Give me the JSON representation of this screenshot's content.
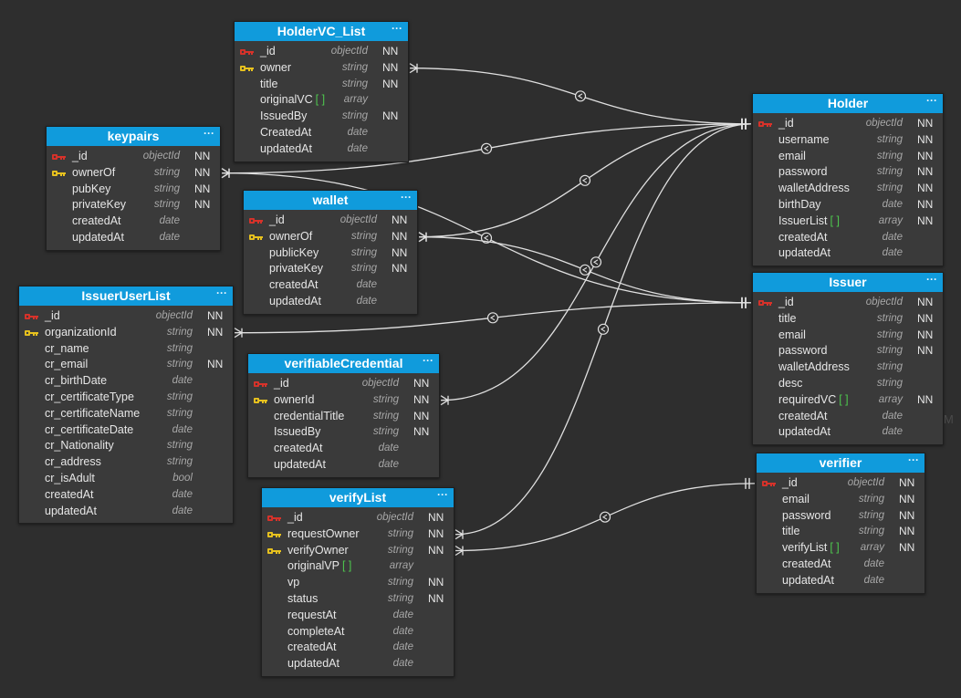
{
  "tables": [
    {
      "id": "holdervc",
      "name": "HolderVC_List",
      "menu_icon": "···",
      "columns": [
        {
          "name": "_id",
          "type": "objectId",
          "nn": "NN",
          "key": "pk"
        },
        {
          "name": "owner",
          "type": "string",
          "nn": "NN",
          "key": "fk"
        },
        {
          "name": "title",
          "type": "string",
          "nn": "NN",
          "key": ""
        },
        {
          "name": "originalVC",
          "arr": "[ ]",
          "type": "array",
          "nn": "",
          "key": ""
        },
        {
          "name": "IssuedBy",
          "type": "string",
          "nn": "NN",
          "key": ""
        },
        {
          "name": "CreatedAt",
          "type": "date",
          "nn": "",
          "key": ""
        },
        {
          "name": "updatedAt",
          "type": "date",
          "nn": "",
          "key": ""
        }
      ]
    },
    {
      "id": "keypairs",
      "name": "keypairs",
      "menu_icon": "···",
      "columns": [
        {
          "name": "_id",
          "type": "objectId",
          "nn": "NN",
          "key": "pk"
        },
        {
          "name": "ownerOf",
          "type": "string",
          "nn": "NN",
          "key": "fk"
        },
        {
          "name": "pubKey",
          "type": "string",
          "nn": "NN",
          "key": ""
        },
        {
          "name": "privateKey",
          "type": "string",
          "nn": "NN",
          "key": ""
        },
        {
          "name": "createdAt",
          "type": "date",
          "nn": "",
          "key": ""
        },
        {
          "name": "updatedAt",
          "type": "date",
          "nn": "",
          "key": ""
        }
      ]
    },
    {
      "id": "wallet",
      "name": "wallet",
      "menu_icon": "···",
      "columns": [
        {
          "name": "_id",
          "type": "objectId",
          "nn": "NN",
          "key": "pk"
        },
        {
          "name": "ownerOf",
          "type": "string",
          "nn": "NN",
          "key": "fk"
        },
        {
          "name": "publicKey",
          "type": "string",
          "nn": "NN",
          "key": ""
        },
        {
          "name": "privateKey",
          "type": "string",
          "nn": "NN",
          "key": ""
        },
        {
          "name": "createdAt",
          "type": "date",
          "nn": "",
          "key": ""
        },
        {
          "name": "updatedAt",
          "type": "date",
          "nn": "",
          "key": ""
        }
      ]
    },
    {
      "id": "issueruserlist",
      "name": "IssuerUserList",
      "menu_icon": "···",
      "columns": [
        {
          "name": "_id",
          "type": "objectId",
          "nn": "NN",
          "key": "pk"
        },
        {
          "name": "organizationId",
          "type": "string",
          "nn": "NN",
          "key": "fk"
        },
        {
          "name": "cr_name",
          "type": "string",
          "nn": "",
          "key": ""
        },
        {
          "name": "cr_email",
          "type": "string",
          "nn": "NN",
          "key": ""
        },
        {
          "name": "cr_birthDate",
          "type": "date",
          "nn": "",
          "key": ""
        },
        {
          "name": "cr_certificateType",
          "type": "string",
          "nn": "",
          "key": ""
        },
        {
          "name": "cr_certificateName",
          "type": "string",
          "nn": "",
          "key": ""
        },
        {
          "name": "cr_certificateDate",
          "type": "date",
          "nn": "",
          "key": ""
        },
        {
          "name": "cr_Nationality",
          "type": "string",
          "nn": "",
          "key": ""
        },
        {
          "name": "cr_address",
          "type": "string",
          "nn": "",
          "key": ""
        },
        {
          "name": "cr_isAdult",
          "type": "bool",
          "nn": "",
          "key": ""
        },
        {
          "name": "createdAt",
          "type": "date",
          "nn": "",
          "key": ""
        },
        {
          "name": "updatedAt",
          "type": "date",
          "nn": "",
          "key": ""
        }
      ]
    },
    {
      "id": "verifiablecredential",
      "name": "verifiableCredential",
      "menu_icon": "···",
      "columns": [
        {
          "name": "_id",
          "type": "objectId",
          "nn": "NN",
          "key": "pk"
        },
        {
          "name": "ownerId",
          "type": "string",
          "nn": "NN",
          "key": "fk"
        },
        {
          "name": "credentialTitle",
          "type": "string",
          "nn": "NN",
          "key": ""
        },
        {
          "name": "IssuedBy",
          "type": "string",
          "nn": "NN",
          "key": ""
        },
        {
          "name": "createdAt",
          "type": "date",
          "nn": "",
          "key": ""
        },
        {
          "name": "updatedAt",
          "type": "date",
          "nn": "",
          "key": ""
        }
      ]
    },
    {
      "id": "verifylist",
      "name": "verifyList",
      "menu_icon": "···",
      "columns": [
        {
          "name": "_id",
          "type": "objectId",
          "nn": "NN",
          "key": "pk"
        },
        {
          "name": "requestOwner",
          "type": "string",
          "nn": "NN",
          "key": "fk"
        },
        {
          "name": "verifyOwner",
          "type": "string",
          "nn": "NN",
          "key": "fk"
        },
        {
          "name": "originalVP",
          "arr": "[ ]",
          "type": "array",
          "nn": "",
          "key": ""
        },
        {
          "name": "vp",
          "type": "string",
          "nn": "NN",
          "key": ""
        },
        {
          "name": "status",
          "type": "string",
          "nn": "NN",
          "key": ""
        },
        {
          "name": "requestAt",
          "type": "date",
          "nn": "",
          "key": ""
        },
        {
          "name": "completeAt",
          "type": "date",
          "nn": "",
          "key": ""
        },
        {
          "name": "createdAt",
          "type": "date",
          "nn": "",
          "key": ""
        },
        {
          "name": "updatedAt",
          "type": "date",
          "nn": "",
          "key": ""
        }
      ]
    },
    {
      "id": "holder",
      "name": "Holder",
      "menu_icon": "···",
      "columns": [
        {
          "name": "_id",
          "type": "objectId",
          "nn": "NN",
          "key": "pk"
        },
        {
          "name": "username",
          "type": "string",
          "nn": "NN",
          "key": ""
        },
        {
          "name": "email",
          "type": "string",
          "nn": "NN",
          "key": ""
        },
        {
          "name": "password",
          "type": "string",
          "nn": "NN",
          "key": ""
        },
        {
          "name": "walletAddress",
          "type": "string",
          "nn": "NN",
          "key": ""
        },
        {
          "name": "birthDay",
          "type": "date",
          "nn": "NN",
          "key": ""
        },
        {
          "name": "IssuerList",
          "arr": "[ ]",
          "type": "array",
          "nn": "NN",
          "key": ""
        },
        {
          "name": "createdAt",
          "type": "date",
          "nn": "",
          "key": ""
        },
        {
          "name": "updatedAt",
          "type": "date",
          "nn": "",
          "key": ""
        }
      ]
    },
    {
      "id": "issuer",
      "name": "Issuer",
      "menu_icon": "···",
      "columns": [
        {
          "name": "_id",
          "type": "objectId",
          "nn": "NN",
          "key": "pk"
        },
        {
          "name": "title",
          "type": "string",
          "nn": "NN",
          "key": ""
        },
        {
          "name": "email",
          "type": "string",
          "nn": "NN",
          "key": ""
        },
        {
          "name": "password",
          "type": "string",
          "nn": "NN",
          "key": ""
        },
        {
          "name": "walletAddress",
          "type": "string",
          "nn": "",
          "key": ""
        },
        {
          "name": "desc",
          "type": "string",
          "nn": "",
          "key": ""
        },
        {
          "name": "requiredVC",
          "arr": "[ ]",
          "type": "array",
          "nn": "NN",
          "key": ""
        },
        {
          "name": "createdAt",
          "type": "date",
          "nn": "",
          "key": ""
        },
        {
          "name": "updatedAt",
          "type": "date",
          "nn": "",
          "key": ""
        }
      ]
    },
    {
      "id": "verifier",
      "name": "verifier",
      "menu_icon": "···",
      "columns": [
        {
          "name": "_id",
          "type": "objectId",
          "nn": "NN",
          "key": "pk"
        },
        {
          "name": "email",
          "type": "string",
          "nn": "NN",
          "key": ""
        },
        {
          "name": "password",
          "type": "string",
          "nn": "NN",
          "key": ""
        },
        {
          "name": "title",
          "type": "string",
          "nn": "NN",
          "key": ""
        },
        {
          "name": "verifyList",
          "arr": "[ ]",
          "type": "array",
          "nn": "NN",
          "key": ""
        },
        {
          "name": "createdAt",
          "type": "date",
          "nn": "",
          "key": ""
        },
        {
          "name": "updatedAt",
          "type": "date",
          "nn": "",
          "key": ""
        }
      ]
    }
  ],
  "relations": [
    {
      "from": "holdervc",
      "from_col": 1,
      "to": "holder"
    },
    {
      "from": "keypairs",
      "from_col": 1,
      "to": "holder"
    },
    {
      "from": "keypairs",
      "from_col": 1,
      "to": "issuer"
    },
    {
      "from": "wallet",
      "from_col": 1,
      "to": "holder"
    },
    {
      "from": "wallet",
      "from_col": 1,
      "to": "issuer"
    },
    {
      "from": "issueruserlist",
      "from_col": 1,
      "to": "issuer"
    },
    {
      "from": "verifiablecredential",
      "from_col": 1,
      "to": "holder"
    },
    {
      "from": "verifylist",
      "from_col": 1,
      "to": "holder"
    },
    {
      "from": "verifylist",
      "from_col": 2,
      "to": "verifier"
    }
  ],
  "colors": {
    "header": "#109bdc",
    "table_bg": "#3a3a3a",
    "canvas_bg": "#2e2e2e",
    "pk_key": "#d8322a",
    "fk_key": "#e8c21e",
    "array_bracket": "#4ec74e",
    "edge": "#e0e0e0"
  }
}
